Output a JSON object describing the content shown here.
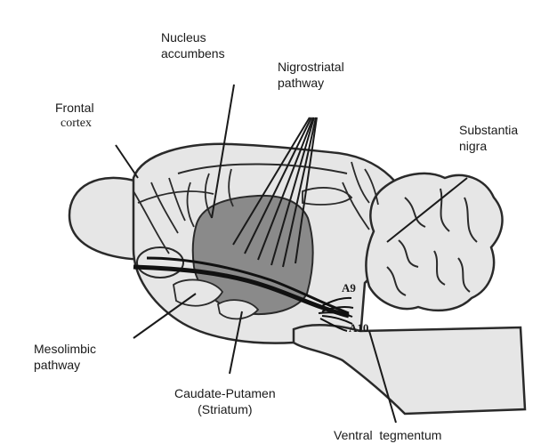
{
  "labels": {
    "nucleus_accumbens": [
      "Nucleus",
      "accumbens"
    ],
    "nigrostriatal": [
      "Nigrostriatal",
      "pathway"
    ],
    "frontal_cortex": [
      "Frontal",
      "cortex"
    ],
    "substantia_nigra": [
      "Substantia",
      "nigra"
    ],
    "mesolimbic": [
      "Mesolimbic",
      "pathway"
    ],
    "caudate_putamen": [
      "Caudate-Putamen",
      "(Striatum)"
    ],
    "ventral_tegmentum": "Ventral  tegmentum",
    "a9": "A9",
    "a10": "A10"
  },
  "colors": {
    "outline": "#2a2a2a",
    "brain_fill": "#e6e6e6",
    "striatum_fill": "#8a8a8a",
    "background": "#ffffff"
  }
}
